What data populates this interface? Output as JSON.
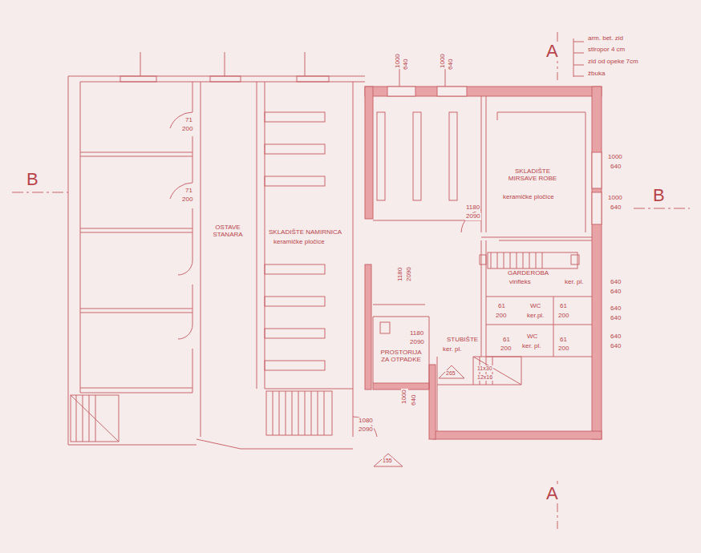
{
  "diagram": {
    "labels": [
      "A",
      "arm. bet. zid",
      "stiropor 4 cm",
      "zid od opeke 7cm",
      "žbuka",
      "B",
      "71",
      "200",
      "71",
      "200",
      "OSTAVE STANARA",
      "SKLADIŠTE NAMIRNICA",
      "keramičke pločice",
      "1000",
      "640",
      "1000",
      "640",
      "SKLADIŠTE MIRSAVE ROBE",
      "keramičke pločice",
      "1180",
      "2090",
      "1000",
      "640",
      "1000",
      "640",
      "B",
      "GARDEROBA",
      "vinfleks",
      "ker. pl.",
      "640",
      "640",
      "640",
      "640",
      "640",
      "640",
      "61",
      "200",
      "WC",
      "ker.pl.",
      "61",
      "200",
      "61",
      "200",
      "WC",
      "ker. pl.",
      "61",
      "200",
      "1180",
      "2090",
      "1180",
      "2090",
      "STUBIŠTE",
      "ker. pl.",
      "PROSTORIJA ZA OTPADKE",
      "265",
      "11x30",
      "12x16",
      "1000",
      "640",
      "1080",
      "2090",
      "155",
      "A"
    ]
  }
}
